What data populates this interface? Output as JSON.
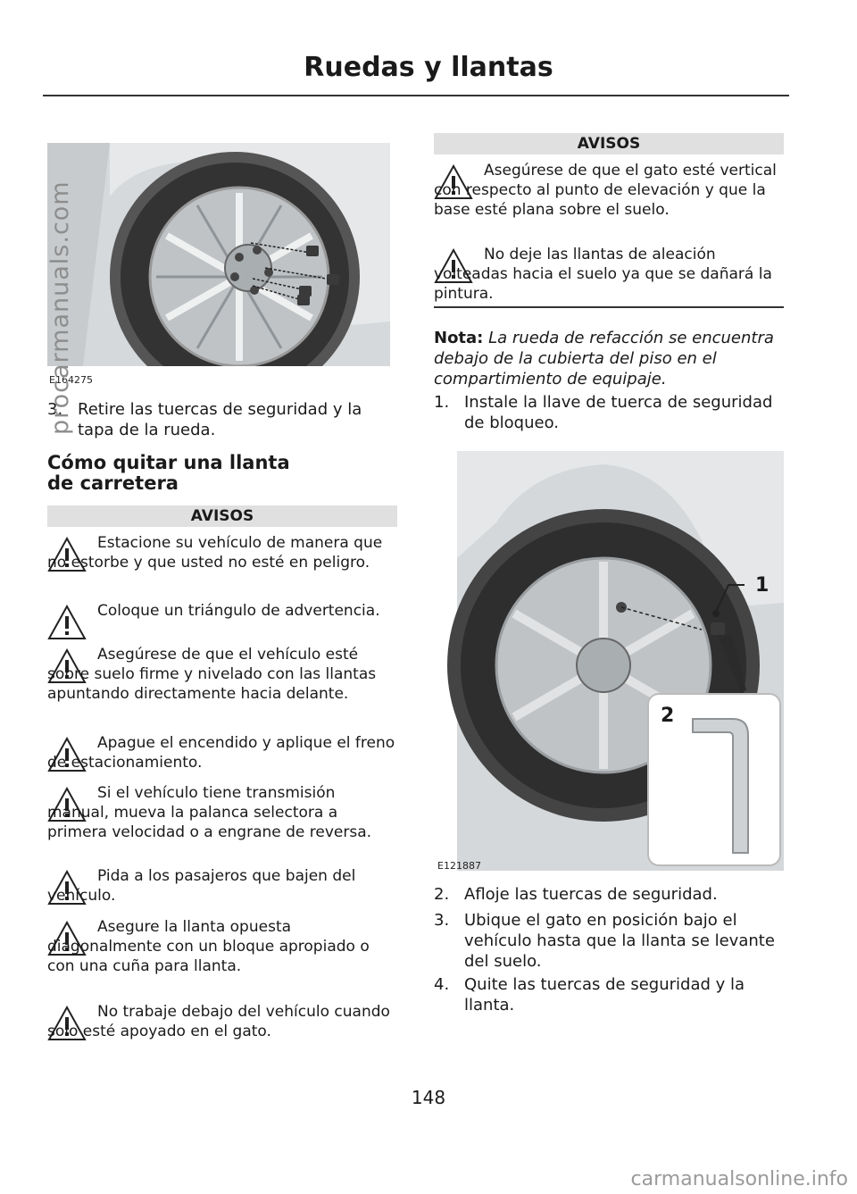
{
  "header": {
    "title": "Ruedas y llantas"
  },
  "left_column": {
    "figure_code": "E164275",
    "step3": {
      "num": "3.",
      "text": "Retire las tuercas de seguridad y la tapa de la rueda."
    },
    "section_heading": "Cómo quitar una llanta de carretera",
    "avisos_title": "AVISOS",
    "warnings": [
      "Estacione su vehículo de manera que no estorbe y que usted no esté en peligro.",
      "Coloque un triángulo de advertencia.",
      "Asegúrese de que el vehículo esté sobre suelo firme y nivelado con las llantas apuntando directamente hacia delante.",
      "Apague el encendido y aplique el freno de estacionamiento.",
      "Si el vehículo tiene transmisión manual, mueva la palanca selectora a primera velocidad o a engrane de reversa.",
      "Pida a los pasajeros que bajen del vehículo.",
      "Asegure la llanta opuesta diagonalmente con un bloque apropiado o con una cuña para llanta.",
      "No trabaje debajo del vehículo cuando solo esté apoyado en el gato."
    ]
  },
  "right_column": {
    "avisos_title": "AVISOS",
    "warnings": [
      "Asegúrese de que el gato esté vertical con respecto al punto de elevación y que la base esté plana sobre el suelo.",
      "No deje las llantas de aleación volteadas hacia el suelo ya que se dañará la pintura."
    ],
    "note_label": "Nota:",
    "note_text": "La rueda de refacción se encuentra debajo de la cubierta del piso en el compartimiento de equipaje.",
    "steps": [
      {
        "num": "1.",
        "text": "Instale la llave de tuerca de seguridad de bloqueo."
      },
      {
        "num": "2.",
        "text": "Afloje las tuercas de seguridad."
      },
      {
        "num": "3.",
        "text": "Ubique el gato en posición bajo el vehículo hasta que la llanta se levante del suelo."
      },
      {
        "num": "4.",
        "text": "Quite las tuercas de seguridad y la llanta."
      }
    ],
    "figure_code": "E121887",
    "callout_1": "1",
    "callout_2": "2"
  },
  "page_number": "148",
  "watermark": "procarmanuals.com",
  "footer_source": "carmanualsonline.info",
  "icon": "warning-triangle-icon"
}
